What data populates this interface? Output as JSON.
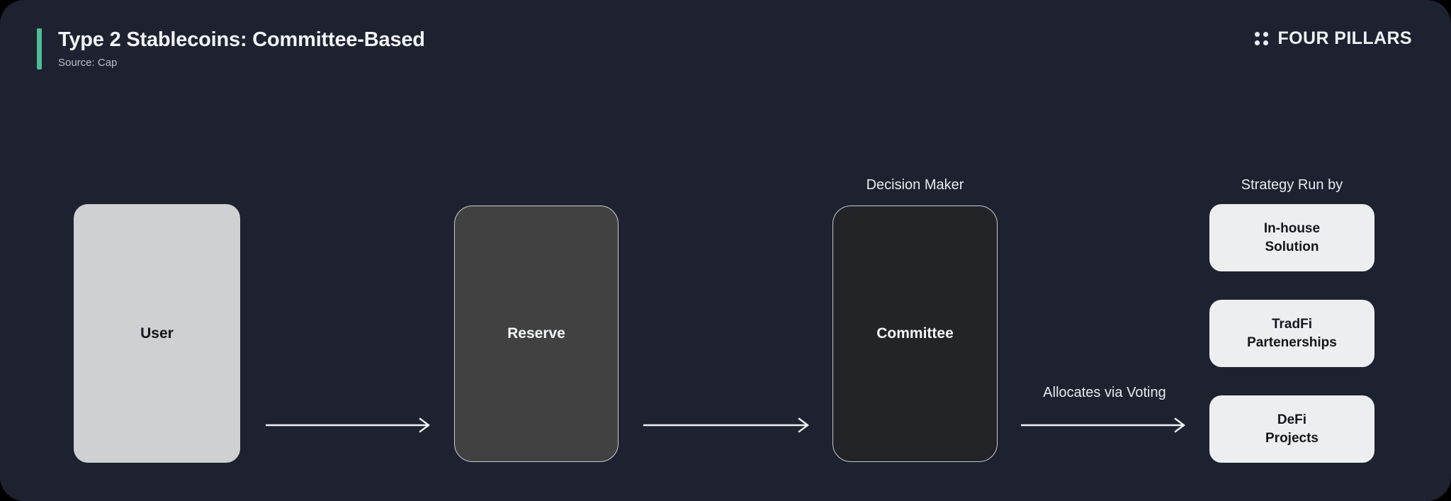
{
  "header": {
    "title": "Type 2 Stablecoins: Committee-Based",
    "source": "Source: Cap",
    "brand_name": "FOUR PILLARS",
    "accent_color": "#4dbd97"
  },
  "diagram": {
    "nodes": {
      "user": {
        "label": "User",
        "fill": "#ced0d1"
      },
      "reserve": {
        "label": "Reserve",
        "fill": "#414141"
      },
      "committee": {
        "label": "Committee",
        "fill": "#232428"
      }
    },
    "captions": {
      "decision_maker": "Decision Maker",
      "strategy_run_by": "Strategy Run by"
    },
    "strategies": [
      {
        "label": "In-house\nSolution"
      },
      {
        "label": "TradFi\nPartenerships"
      },
      {
        "label": "DeFi\nProjects"
      }
    ],
    "arrows": [
      {
        "from": "user",
        "to": "reserve",
        "label": ""
      },
      {
        "from": "reserve",
        "to": "committee",
        "label": ""
      },
      {
        "from": "committee",
        "to": "strategies",
        "label": "Allocates via Voting"
      }
    ]
  }
}
